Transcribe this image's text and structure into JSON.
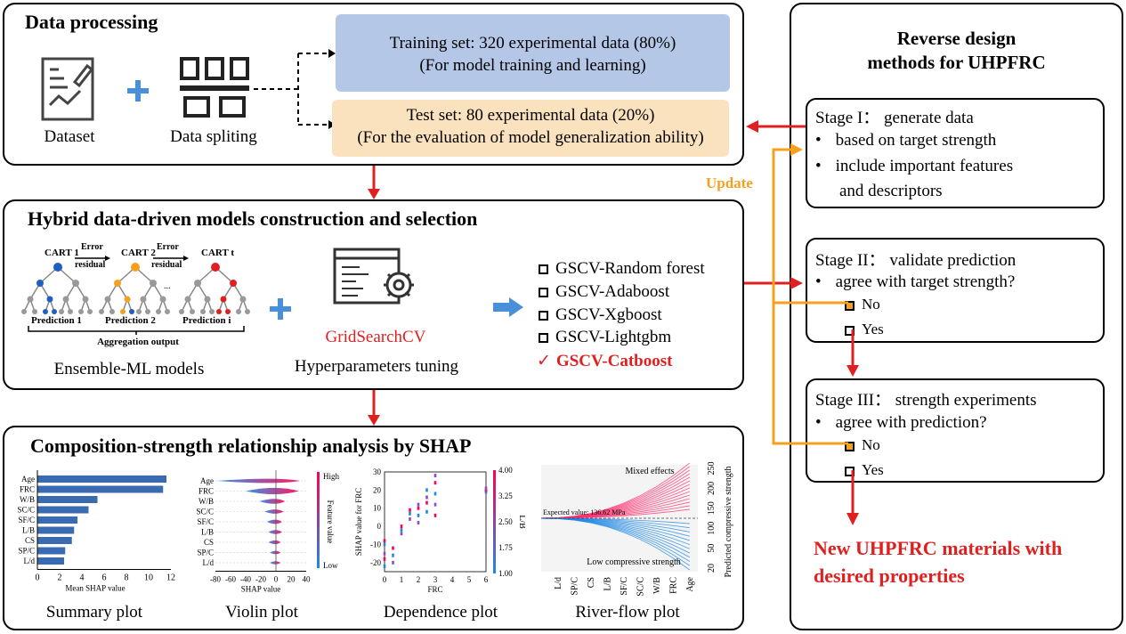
{
  "data_processing": {
    "title": "Data processing",
    "dataset_label": "Dataset",
    "splitting_label": "Data spliting",
    "training_line1": "Training set: 320 experimental data (80%)",
    "training_line2": "(For model training and learning)",
    "test_line1": "Test set: 80 experimental data (20%)",
    "test_line2": "(For the evaluation of model generalization ability)",
    "colors": {
      "training": "#b4c7e7",
      "test": "#fbe2bf",
      "plus": "#4a8fd9"
    }
  },
  "hybrid": {
    "title": "Hybrid data-driven models construction and selection",
    "cart1": "CART 1",
    "cart2": "CART 2",
    "cartt": "CART t",
    "error1": "Error",
    "residual1": "residual",
    "error2": "Error",
    "residual2": "residual",
    "dots": "...",
    "pred1": "Prediction 1",
    "pred2": "Prediction 2",
    "predi": "Prediction i",
    "aggregation": "Aggregation output",
    "ensemble_label": "Ensemble-ML models",
    "gridsearch": "GridSearchCV",
    "hyper_label": "Hyperparameters tuning",
    "models": [
      "GSCV-Random forest",
      "GSCV-Adaboost",
      "GSCV-Xgboost",
      "GSCV-Lightgbm"
    ],
    "selected_check": "✓",
    "selected": "GSCV-Catboost",
    "colors": {
      "cart1": "#1f5fbf",
      "cart2": "#f5a01e",
      "cartt": "#e02020",
      "selected": "#e02020"
    }
  },
  "shap": {
    "title": "Composition-strength relationship analysis by SHAP",
    "summary_label": "Summary plot",
    "violin_label": "Violin plot",
    "dependence_label": "Dependence plot",
    "river_label": "River-flow plot"
  },
  "reverse": {
    "title1": "Reverse design",
    "title2": "methods for UHPFRC",
    "stage1_title": "Stage I： generate data",
    "stage1_b1": "based on target strength",
    "stage1_b2a": "include important features",
    "stage1_b2b": "and descriptors",
    "update": "Update",
    "stage2_title": "Stage II： validate prediction",
    "stage2_b1": "agree with target strength?",
    "no1": "No",
    "yes1": "Yes",
    "stage3_title": "Stage III： strength experiments",
    "stage3_b1": "agree with prediction?",
    "no2": "No",
    "yes2": "Yes",
    "result1": "New UHPFRC materials with",
    "result2": "desired properties",
    "colors": {
      "arrow": "#e02020",
      "update": "#f5a01e",
      "result": "#e02020"
    }
  },
  "chart_data": [
    {
      "type": "bar",
      "orientation": "horizontal",
      "categories": [
        "Age",
        "FRC",
        "W/B",
        "SC/C",
        "SF/C",
        "L/B",
        "CS",
        "SP/C",
        "L/d"
      ],
      "values": [
        11.6,
        11.3,
        5.4,
        4.6,
        3.6,
        3.3,
        3.1,
        2.5,
        2.4
      ],
      "xlabel": "Mean SHAP value",
      "xticks": [
        "0",
        "2",
        "4",
        "6",
        "8",
        "10",
        "12"
      ],
      "xlim": [
        0,
        12
      ],
      "color": "#3a6bb0"
    },
    {
      "type": "scatter",
      "subtype": "violin",
      "categories": [
        "Age",
        "FRC",
        "W/B",
        "SC/C",
        "SF/C",
        "L/B",
        "CS",
        "SP/C",
        "L/d"
      ],
      "xlabel": "SHAP value",
      "xticks": [
        "-80",
        "-60",
        "-40",
        "-20",
        "0",
        "20",
        "40"
      ],
      "xlim": [
        -80,
        40
      ],
      "colorbar_label": "Feature value",
      "colorbar_high": "High",
      "colorbar_low": "Low"
    },
    {
      "type": "scatter",
      "subtype": "dependence",
      "xlabel": "FRC",
      "ylabel": "SHAP value for FRC",
      "xticks": [
        "0",
        "1",
        "2",
        "3",
        "4",
        "5",
        "6"
      ],
      "yticks": [
        "30",
        "20",
        "10",
        "0",
        "-10",
        "-20"
      ],
      "xlim": [
        0,
        6
      ],
      "ylim": [
        -25,
        30
      ],
      "colorbar_label": "L/B",
      "colorbar_ticks": [
        "4.00",
        "3.25",
        "2.50",
        "1.75",
        "1.00"
      ],
      "points": [
        {
          "x": 0,
          "y": -22
        },
        {
          "x": 0,
          "y": -18
        },
        {
          "x": 0,
          "y": -15
        },
        {
          "x": 0,
          "y": -10
        },
        {
          "x": 0,
          "y": -8
        },
        {
          "x": 0.5,
          "y": -20
        },
        {
          "x": 0.5,
          "y": -16
        },
        {
          "x": 0.5,
          "y": -12
        },
        {
          "x": 1,
          "y": -4
        },
        {
          "x": 1,
          "y": -2
        },
        {
          "x": 1,
          "y": 0
        },
        {
          "x": 1.5,
          "y": 4
        },
        {
          "x": 1.5,
          "y": 7
        },
        {
          "x": 1.5,
          "y": 9
        },
        {
          "x": 2,
          "y": 2
        },
        {
          "x": 2,
          "y": 6
        },
        {
          "x": 2,
          "y": 10
        },
        {
          "x": 2,
          "y": 12
        },
        {
          "x": 2.5,
          "y": 8
        },
        {
          "x": 2.5,
          "y": 13
        },
        {
          "x": 2.5,
          "y": 16
        },
        {
          "x": 2.5,
          "y": 20
        },
        {
          "x": 3,
          "y": 6
        },
        {
          "x": 3,
          "y": 12
        },
        {
          "x": 3,
          "y": 18
        },
        {
          "x": 3,
          "y": 24
        },
        {
          "x": 3,
          "y": 28
        },
        {
          "x": 6,
          "y": 19
        },
        {
          "x": 6,
          "y": 20
        },
        {
          "x": 6,
          "y": 21
        }
      ]
    },
    {
      "type": "line",
      "subtype": "river-flow",
      "categories": [
        "L/d",
        "SP/C",
        "CS",
        "L/B",
        "SF/C",
        "SC/C",
        "W/B",
        "FRC",
        "Age"
      ],
      "ylabel": "Predicted compressive strength",
      "yticks": [
        "250",
        "200",
        "150",
        "100",
        "50",
        "20"
      ],
      "annotation_top": "Mixed effects",
      "annotation_bottom": "Low compressive strength",
      "expected_value": "Expected value: 136.62 MPa"
    }
  ]
}
